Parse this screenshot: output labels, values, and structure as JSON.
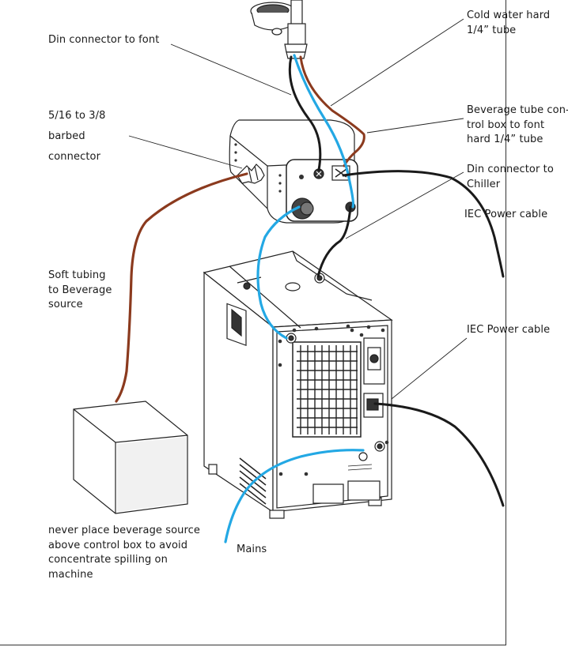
{
  "colors": {
    "blue_tube": "#23a8e4",
    "brown_tube": "#8b3a1e",
    "black_cable": "#1a1a1a",
    "outline": "#222222",
    "panel_grey": "#f1f1f1"
  },
  "labels": {
    "din_font": "Din connector to font",
    "cold_water": [
      "Cold water hard",
      "1/4” tube"
    ],
    "barbed": [
      "5/16 to 3/8",
      "barbed",
      "connector"
    ],
    "bev_tube": [
      "Beverage tube con-",
      "trol box to font",
      "hard 1/4” tube"
    ],
    "din_chiller": [
      "Din connector to",
      "Chiller"
    ],
    "iec_1": "IEC Power cable",
    "soft_tubing": [
      "Soft tubing",
      "to Beverage",
      "source"
    ],
    "iec_2": "IEC Power cable",
    "mains": "Mains",
    "warning": [
      "never place beverage source",
      "above control box to avoid",
      "concentrate spilling on",
      "machine"
    ]
  }
}
